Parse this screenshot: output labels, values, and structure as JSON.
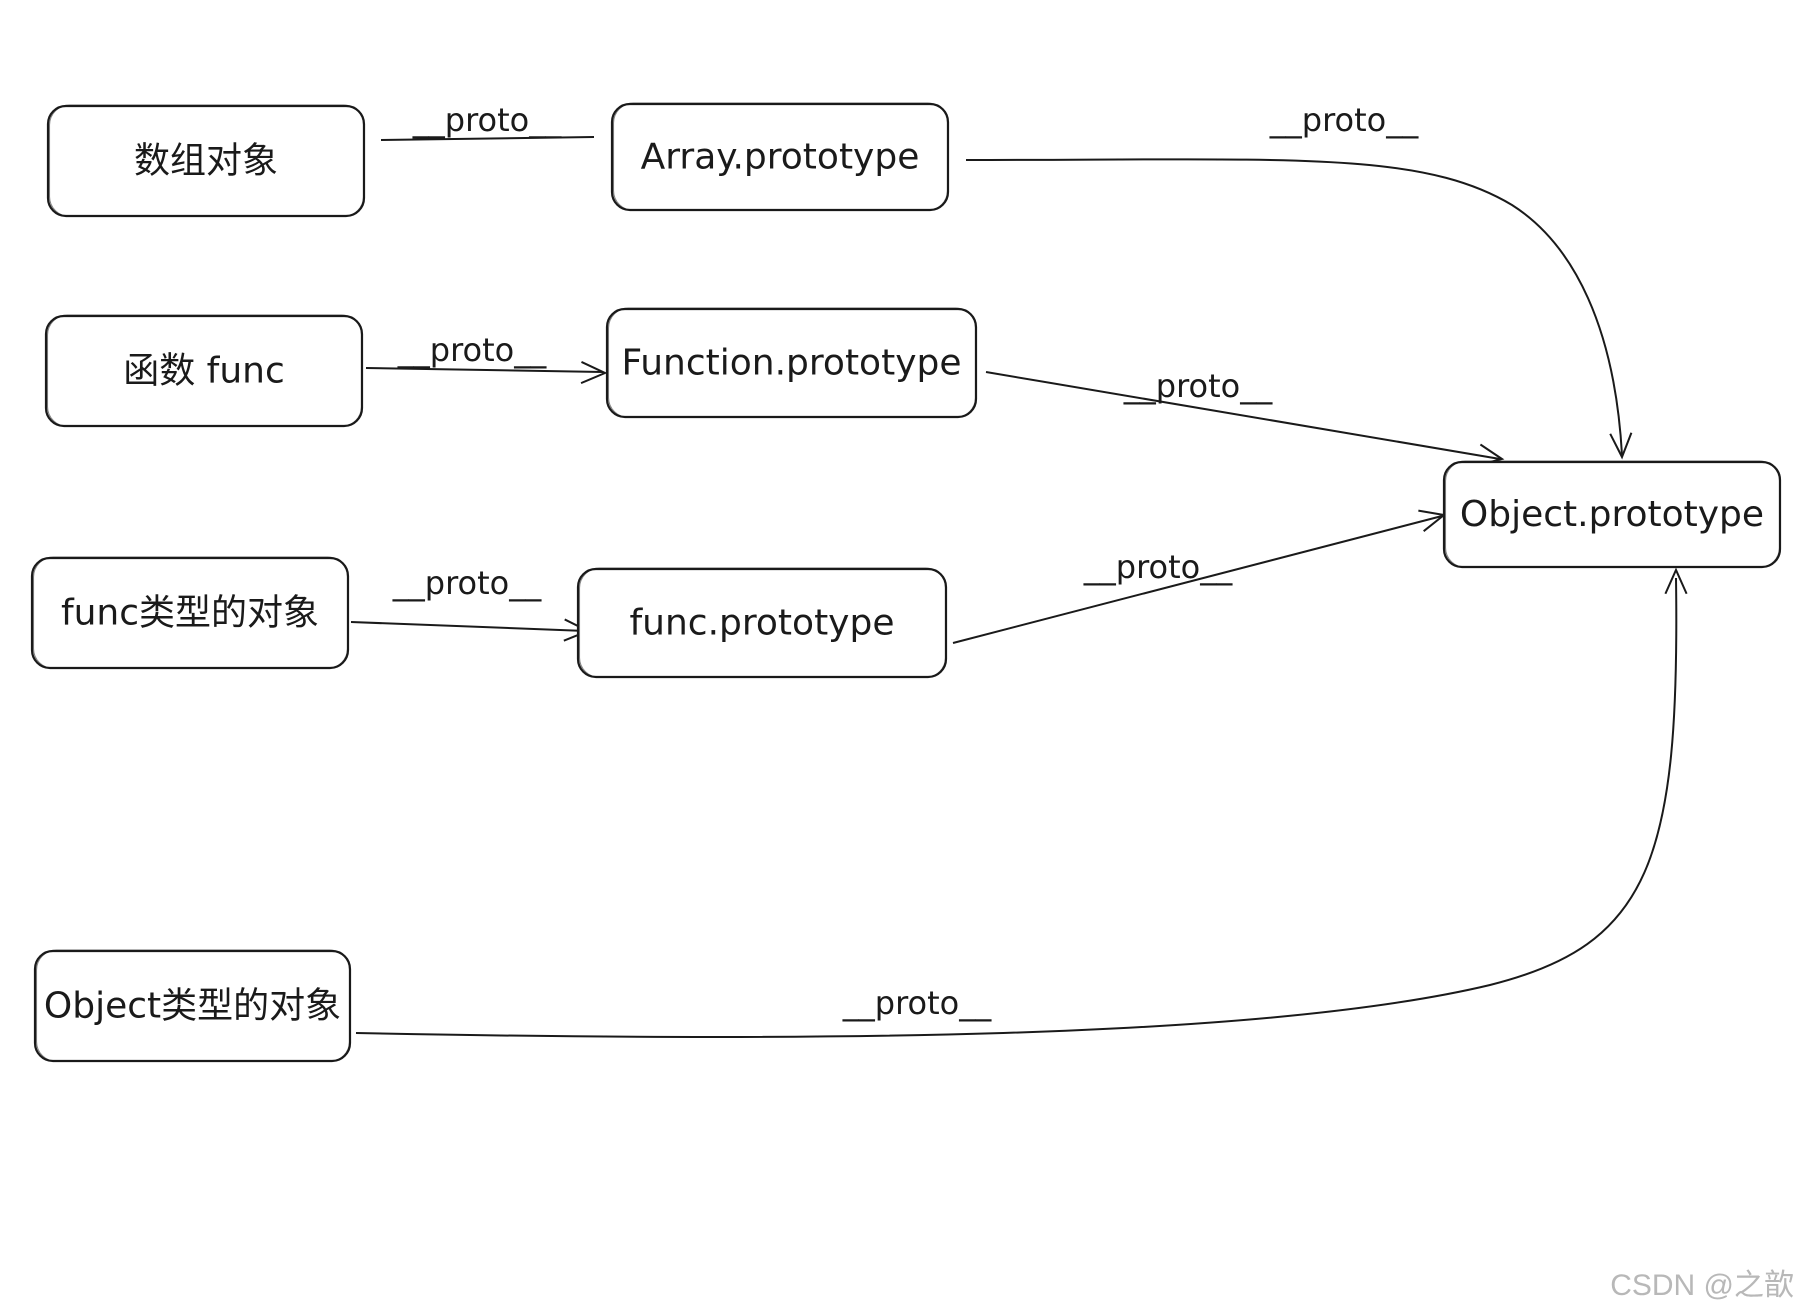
{
  "diagram": {
    "nodes": [
      {
        "id": "array_obj",
        "label": "数组对象"
      },
      {
        "id": "array_proto",
        "label": "Array.prototype"
      },
      {
        "id": "func",
        "label": "函数 func"
      },
      {
        "id": "function_proto",
        "label": "Function.prototype"
      },
      {
        "id": "func_obj",
        "label": "func类型的对象"
      },
      {
        "id": "func_proto",
        "label": "func.prototype"
      },
      {
        "id": "object_obj",
        "label": "Object类型的对象"
      },
      {
        "id": "object_proto",
        "label": "Object.prototype"
      }
    ],
    "edges": [
      {
        "from": "array_obj",
        "to": "array_proto",
        "label": "__proto__"
      },
      {
        "from": "array_proto",
        "to": "object_proto",
        "label": "__proto__"
      },
      {
        "from": "func",
        "to": "function_proto",
        "label": "__proto__"
      },
      {
        "from": "function_proto",
        "to": "object_proto",
        "label": "__proto__"
      },
      {
        "from": "func_obj",
        "to": "func_proto",
        "label": "__proto__"
      },
      {
        "from": "func_proto",
        "to": "object_proto",
        "label": "__proto__"
      },
      {
        "from": "object_obj",
        "to": "object_proto",
        "label": "__proto__"
      }
    ]
  },
  "watermark": "CSDN @之歆"
}
